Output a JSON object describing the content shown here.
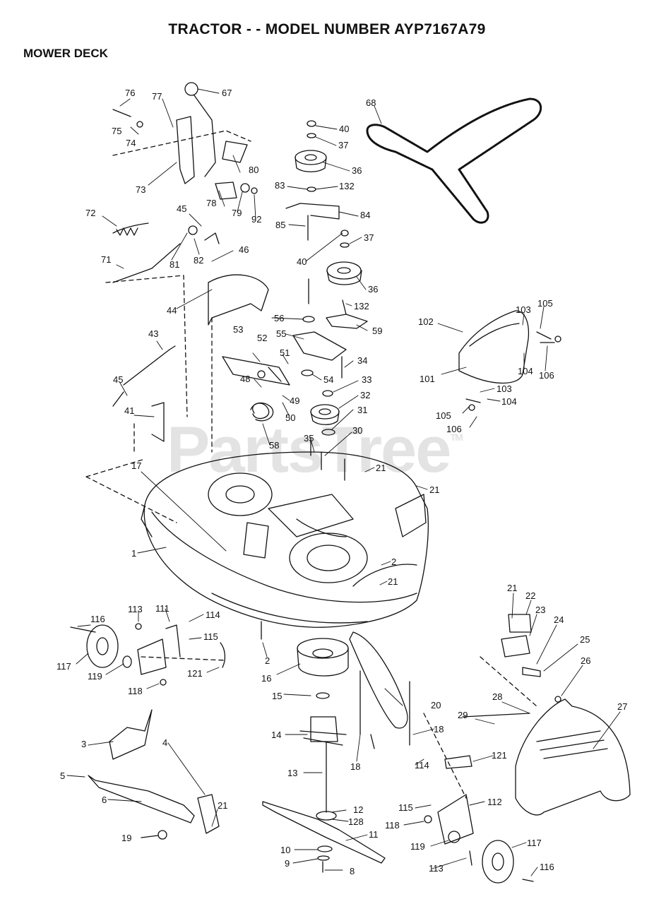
{
  "header": {
    "title": "TRACTOR - - MODEL NUMBER AYP7167A79",
    "subtitle": "MOWER DECK"
  },
  "watermark": {
    "text": "PartsTree",
    "tm": "TM"
  },
  "colors": {
    "ink": "#111111",
    "watermark": "#e3e3e3",
    "background": "#ffffff"
  },
  "callouts": [
    "76",
    "77",
    "67",
    "75",
    "74",
    "73",
    "78",
    "80",
    "79",
    "92",
    "72",
    "45",
    "81",
    "82",
    "46",
    "71",
    "44",
    "43",
    "45",
    "41",
    "17",
    "1",
    "68",
    "40",
    "37",
    "36",
    "83",
    "132",
    "84",
    "85",
    "40",
    "37",
    "36",
    "132",
    "56",
    "55",
    "59",
    "53",
    "52",
    "51",
    "34",
    "48",
    "54",
    "33",
    "49",
    "32",
    "50",
    "31",
    "58",
    "35",
    "30",
    "21",
    "21",
    "2",
    "21",
    "102",
    "103",
    "105",
    "101",
    "104",
    "106",
    "103",
    "105",
    "104",
    "106",
    "116",
    "113",
    "111",
    "114",
    "115",
    "117",
    "119",
    "121",
    "118",
    "2",
    "16",
    "15",
    "14",
    "13",
    "12",
    "128",
    "11",
    "10",
    "9",
    "8",
    "3",
    "4",
    "5",
    "6",
    "21",
    "19",
    "20",
    "18",
    "18",
    "114",
    "121",
    "115",
    "112",
    "118",
    "119",
    "113",
    "117",
    "116",
    "21",
    "22",
    "23",
    "24",
    "25",
    "26",
    "27",
    "28",
    "29"
  ]
}
